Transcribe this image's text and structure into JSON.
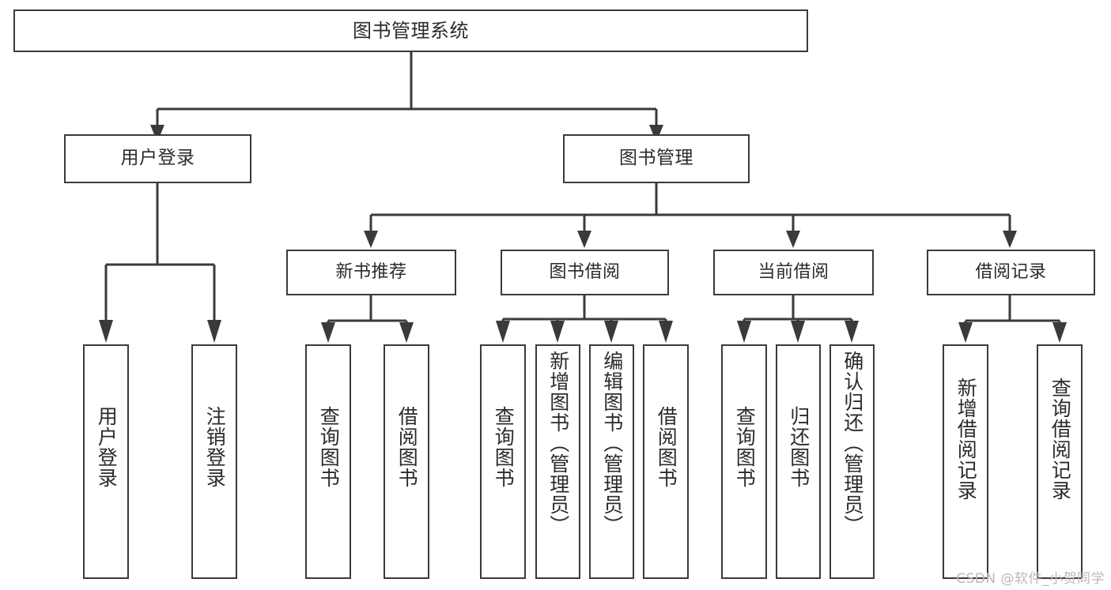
{
  "diagram": {
    "title": "图书管理系统",
    "type": "tree",
    "root": {
      "id": "root",
      "label": "图书管理系统"
    },
    "level2": [
      {
        "id": "user-login",
        "label": "用户登录"
      },
      {
        "id": "book-management",
        "label": "图书管理"
      }
    ],
    "level3": [
      {
        "id": "new-book-recommend",
        "label": "新书推荐"
      },
      {
        "id": "book-borrow",
        "label": "图书借阅"
      },
      {
        "id": "current-borrow",
        "label": "当前借阅"
      },
      {
        "id": "borrow-record",
        "label": "借阅记录"
      }
    ],
    "leaves": {
      "user_login": [
        {
          "id": "leaf-user-login",
          "label": "用户登录"
        },
        {
          "id": "leaf-logout-login",
          "label": "注销登录"
        }
      ],
      "new_book_recommend": [
        {
          "id": "leaf-query-book-1",
          "label": "查询图书"
        },
        {
          "id": "leaf-borrow-book-1",
          "label": "借阅图书"
        }
      ],
      "book_borrow": [
        {
          "id": "leaf-query-book-2",
          "label": "查询图书"
        },
        {
          "id": "leaf-add-book",
          "label": "新增图书（管理员）"
        },
        {
          "id": "leaf-edit-book",
          "label": "编辑图书（管理员）"
        },
        {
          "id": "leaf-borrow-book-2",
          "label": "借阅图书"
        }
      ],
      "current_borrow": [
        {
          "id": "leaf-query-book-3",
          "label": "查询图书"
        },
        {
          "id": "leaf-return-book",
          "label": "归还图书"
        },
        {
          "id": "leaf-confirm-return",
          "label": "确认归还（管理员）"
        }
      ],
      "borrow_record": [
        {
          "id": "leaf-add-record",
          "label": "新增借阅记录"
        },
        {
          "id": "leaf-query-record",
          "label": "查询借阅记录"
        }
      ]
    }
  },
  "watermark": {
    "text": "CSDN @软件_小贺同学"
  },
  "colors": {
    "stroke": "#3a3a3a",
    "box_fill": "#ffffff",
    "text": "#2b2b2b",
    "watermark": "#b9b9b9",
    "background": "#ffffff"
  }
}
